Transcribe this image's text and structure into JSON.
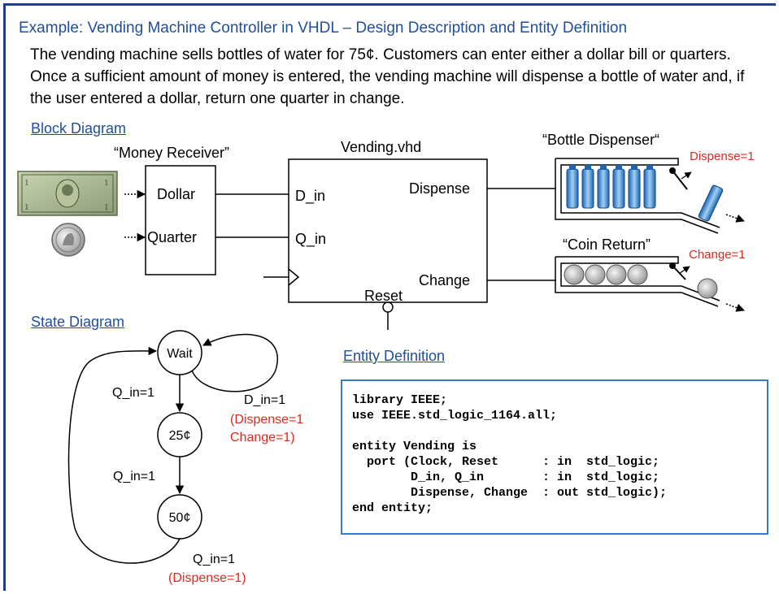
{
  "title": "Example: Vending Machine Controller in VHDL – Design Description and Entity Definition",
  "description": "The vending machine sells bottles of water for 75¢. Customers can enter either a dollar bill or quarters.  Once a sufficient amount of money is entered, the vending machine will dispense a bottle of water and, if the user entered a dollar, return one quarter in change.",
  "block_diagram": {
    "heading": "Block Diagram",
    "money_receiver": {
      "title": "“Money Receiver”",
      "dollar": "Dollar",
      "quarter": "Quarter"
    },
    "vending": {
      "title": "Vending.vhd",
      "d_in": "D_in",
      "q_in": "Q_in",
      "dispense": "Dispense",
      "change": "Change",
      "reset": "Reset"
    },
    "bottle_dispenser": {
      "title": "“Bottle Dispenser“",
      "signal": "Dispense=1"
    },
    "coin_return": {
      "title": "“Coin Return”",
      "signal": "Change=1"
    }
  },
  "state_diagram": {
    "heading": "State Diagram",
    "states": [
      "Wait",
      "25¢",
      "50¢"
    ],
    "t_wait_25": "Q_in=1",
    "t_25_50": "Q_in=1",
    "t_wait_self": "D_in=1",
    "t_wait_self_out1": "(Dispense=1",
    "t_wait_self_out2": "Change=1)",
    "t_50_wait": "Q_in=1",
    "t_50_wait_out": "(Dispense=1)"
  },
  "entity_definition": {
    "heading": "Entity Definition",
    "code": "library IEEE;\nuse IEEE.std_logic_1164.all;\n\nentity Vending is\n  port (Clock, Reset      : in  std_logic;\n        D_in, Q_in        : in  std_logic;\n        Dispense, Change  : out std_logic);\nend entity;"
  },
  "colors": {
    "title": "#1f4e9c",
    "output_red": "#e0281e",
    "code_border": "#3a78c8"
  },
  "icons": [
    "dollar-bill-icon",
    "quarter-coin-icon",
    "water-bottle-icon",
    "coin-icon"
  ]
}
